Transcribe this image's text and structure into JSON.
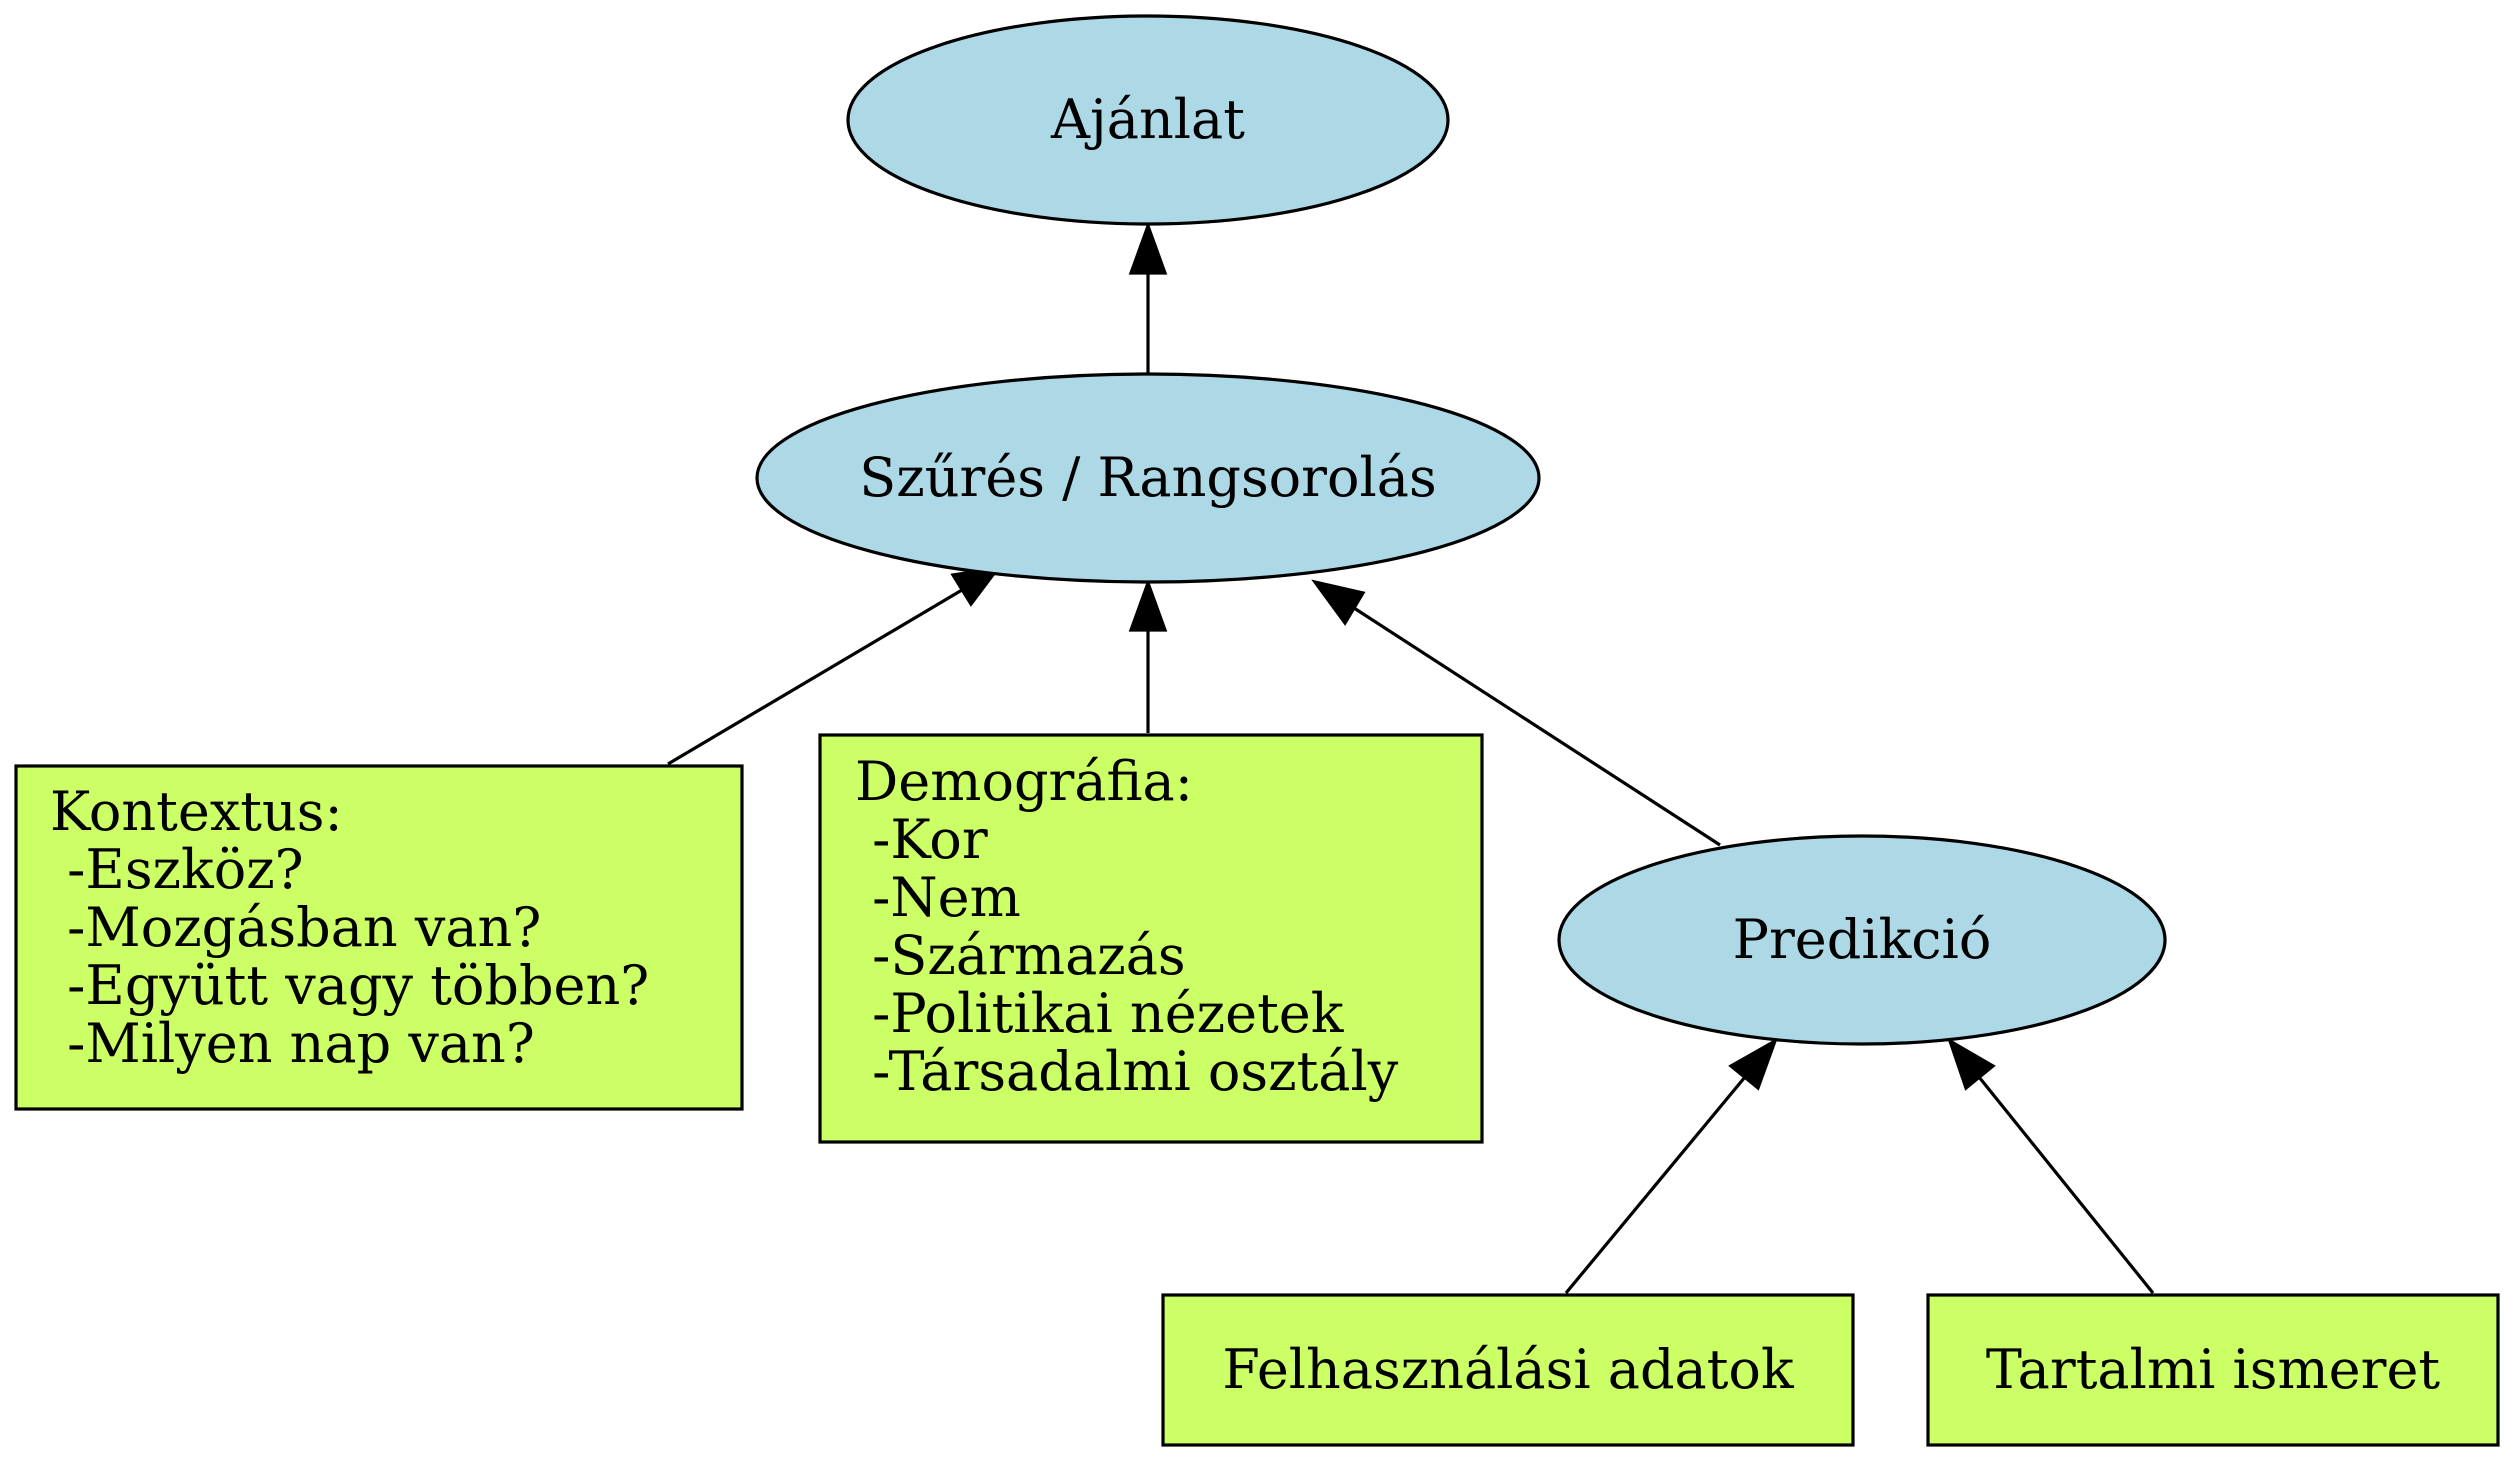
{
  "diagram": {
    "nodes": {
      "ajanlat": {
        "label": "Ajánlat",
        "shape": "ellipse",
        "fill": "#add8e6"
      },
      "szures": {
        "label": "Szűrés / Rangsorolás",
        "shape": "ellipse",
        "fill": "#add8e6"
      },
      "predikcio": {
        "label": "Predikció",
        "shape": "ellipse",
        "fill": "#add8e6"
      },
      "kontextus": {
        "shape": "box",
        "fill": "#ccff66",
        "lines": [
          "Kontextus:",
          " -Eszköz?",
          " -Mozgásban van?",
          " -Együtt vagy többen?",
          " -Milyen nap van?"
        ]
      },
      "demografia": {
        "shape": "box",
        "fill": "#ccff66",
        "lines": [
          "Demográfia:",
          " -Kor",
          " -Nem",
          " -Származás",
          " -Politikai nézetek",
          " -Társadalmi osztály"
        ]
      },
      "felhasznalasi": {
        "label": "Felhasználási adatok",
        "shape": "box",
        "fill": "#ccff66"
      },
      "tartalmi": {
        "label": "Tartalmi ismeret",
        "shape": "box",
        "fill": "#ccff66"
      }
    },
    "edges": [
      {
        "from": "szures",
        "to": "ajanlat"
      },
      {
        "from": "kontextus",
        "to": "szures"
      },
      {
        "from": "demografia",
        "to": "szures"
      },
      {
        "from": "predikcio",
        "to": "szures"
      },
      {
        "from": "felhasznalasi",
        "to": "predikcio"
      },
      {
        "from": "tartalmi",
        "to": "predikcio"
      }
    ]
  }
}
